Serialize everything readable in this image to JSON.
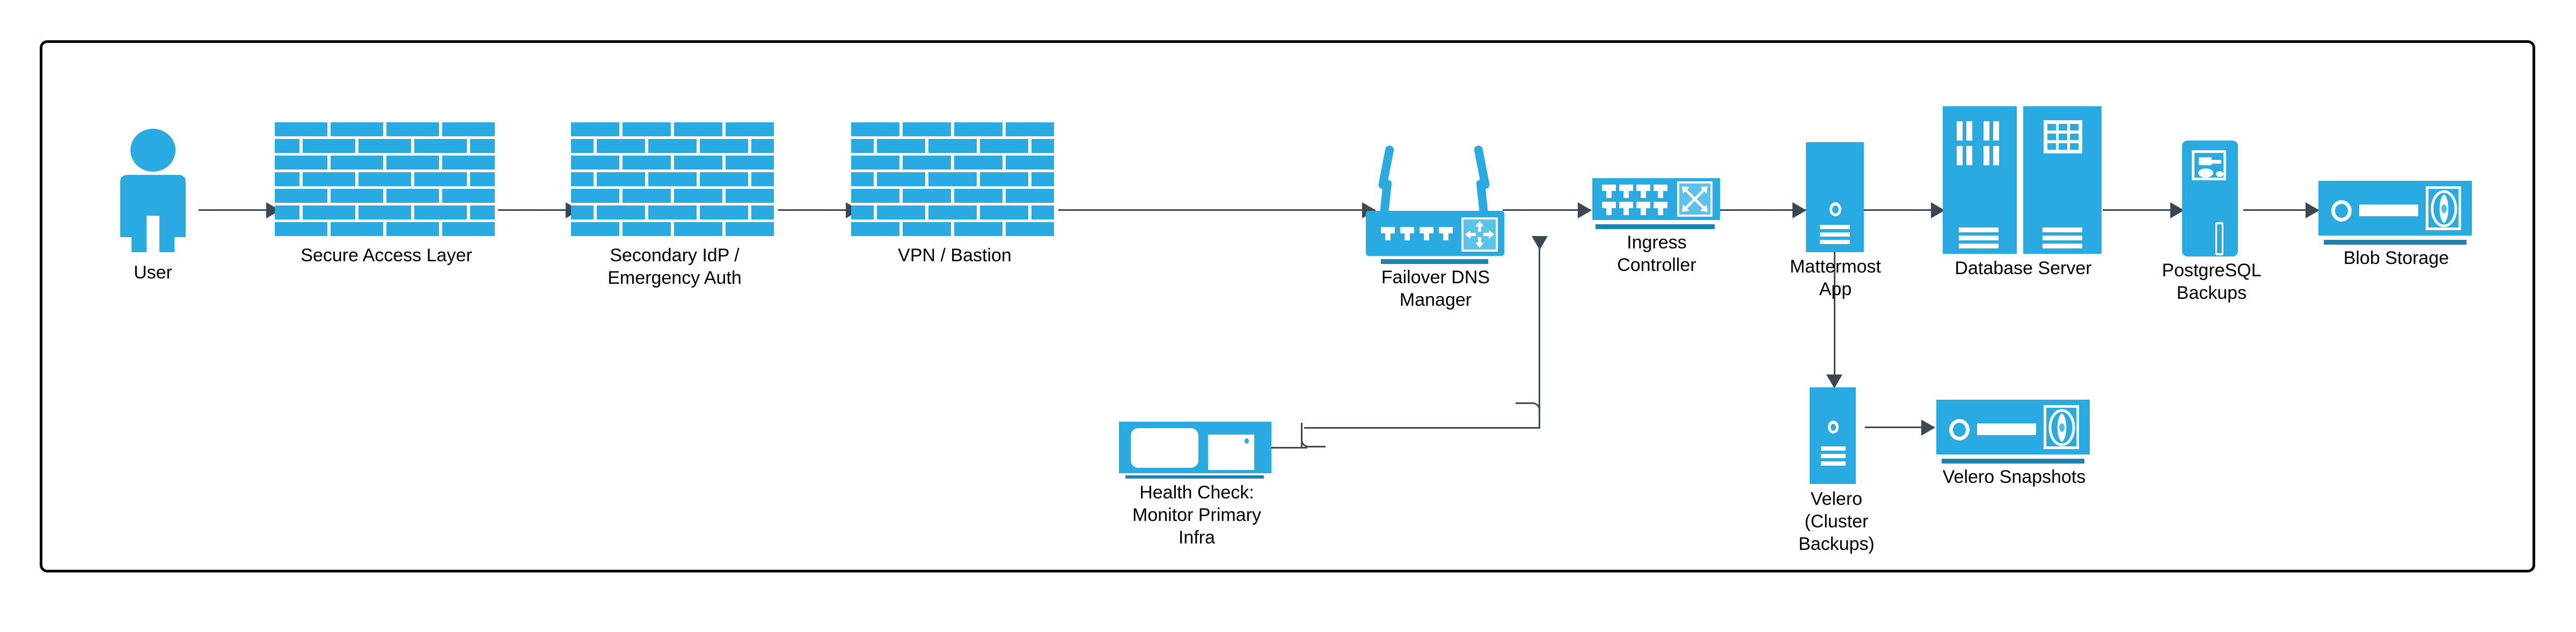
{
  "diagram": {
    "title": "Mattermost Failover / Backup Infrastructure Diagram",
    "brand_color": "#29ABE2",
    "accent_bar_color": "#1C84B5",
    "connector_color": "#3D4751",
    "boundary_color": "#000000",
    "background": "#FFFFFF"
  },
  "nodes": [
    {
      "id": "user",
      "label": "User",
      "icon": "user-person-icon",
      "kind": "actor"
    },
    {
      "id": "secure_access",
      "label": "Secure Access Layer",
      "icon": "firewall-brick-wall-icon",
      "kind": "firewall"
    },
    {
      "id": "secondary_idp",
      "label": "Secondary IdP /\nEmergency Auth",
      "icon": "firewall-brick-wall-icon",
      "kind": "firewall"
    },
    {
      "id": "vpn_bastion",
      "label": "VPN / Bastion",
      "icon": "firewall-brick-wall-icon",
      "kind": "firewall"
    },
    {
      "id": "failover_dns",
      "label": "Failover DNS\nManager",
      "icon": "wireless-router-icon",
      "kind": "router"
    },
    {
      "id": "ingress",
      "label": "Ingress\nController",
      "icon": "network-switch-icon",
      "kind": "switch"
    },
    {
      "id": "mattermost",
      "label": "Mattermost\nApp",
      "icon": "tower-server-icon",
      "kind": "server"
    },
    {
      "id": "database",
      "label": "Database Server",
      "icon": "server-rack-pair-icon",
      "kind": "server-rack"
    },
    {
      "id": "postgres_backups",
      "label": "PostgreSQL\nBackups",
      "icon": "backup-media-tower-icon",
      "kind": "backup"
    },
    {
      "id": "blob_storage",
      "label": "Blob Storage",
      "icon": "disk-storage-icon",
      "kind": "storage"
    },
    {
      "id": "health_check",
      "label": "Health Check:\nMonitor Primary\nInfra",
      "icon": "device-monitor-icon",
      "kind": "monitor"
    },
    {
      "id": "velero",
      "label": "Velero\n(Cluster\nBackups)",
      "icon": "tower-server-icon",
      "kind": "server"
    },
    {
      "id": "velero_snapshots",
      "label": "Velero Snapshots",
      "icon": "disk-storage-icon",
      "kind": "storage"
    }
  ],
  "labels": {
    "user": "User",
    "secure_access": "Secure Access Layer",
    "secondary_idp_l1": "Secondary IdP /",
    "secondary_idp_l2": "Emergency Auth",
    "vpn_bastion": "VPN / Bastion",
    "failover_dns_l1": "Failover DNS",
    "failover_dns_l2": "Manager",
    "ingress_l1": "Ingress",
    "ingress_l2": "Controller",
    "mattermost_l1": "Mattermost",
    "mattermost_l2": "App",
    "database": "Database Server",
    "postgres_l1": "PostgreSQL",
    "postgres_l2": "Backups",
    "blob_storage": "Blob Storage",
    "health_l1": "Health Check:",
    "health_l2": "Monitor Primary",
    "health_l3": "Infra",
    "velero_l1": "Velero",
    "velero_l2": "(Cluster",
    "velero_l3": "Backups)",
    "velero_snapshots": "Velero Snapshots"
  },
  "edges": [
    {
      "from": "user",
      "to": "secure_access",
      "style": "arrow"
    },
    {
      "from": "secure_access",
      "to": "secondary_idp",
      "style": "arrow"
    },
    {
      "from": "secondary_idp",
      "to": "vpn_bastion",
      "style": "arrow"
    },
    {
      "from": "vpn_bastion",
      "to": "failover_dns",
      "style": "arrow"
    },
    {
      "from": "failover_dns",
      "to": "ingress",
      "style": "arrow"
    },
    {
      "from": "ingress",
      "to": "mattermost",
      "style": "arrow"
    },
    {
      "from": "mattermost",
      "to": "database",
      "style": "arrow"
    },
    {
      "from": "database",
      "to": "postgres_backups",
      "style": "arrow"
    },
    {
      "from": "postgres_backups",
      "to": "blob_storage",
      "style": "arrow"
    },
    {
      "from": "mattermost",
      "to": "velero",
      "style": "arrow-down"
    },
    {
      "from": "velero",
      "to": "velero_snapshots",
      "style": "arrow"
    },
    {
      "from": "health_check",
      "to": "failover_dns",
      "style": "elbow-up"
    }
  ]
}
